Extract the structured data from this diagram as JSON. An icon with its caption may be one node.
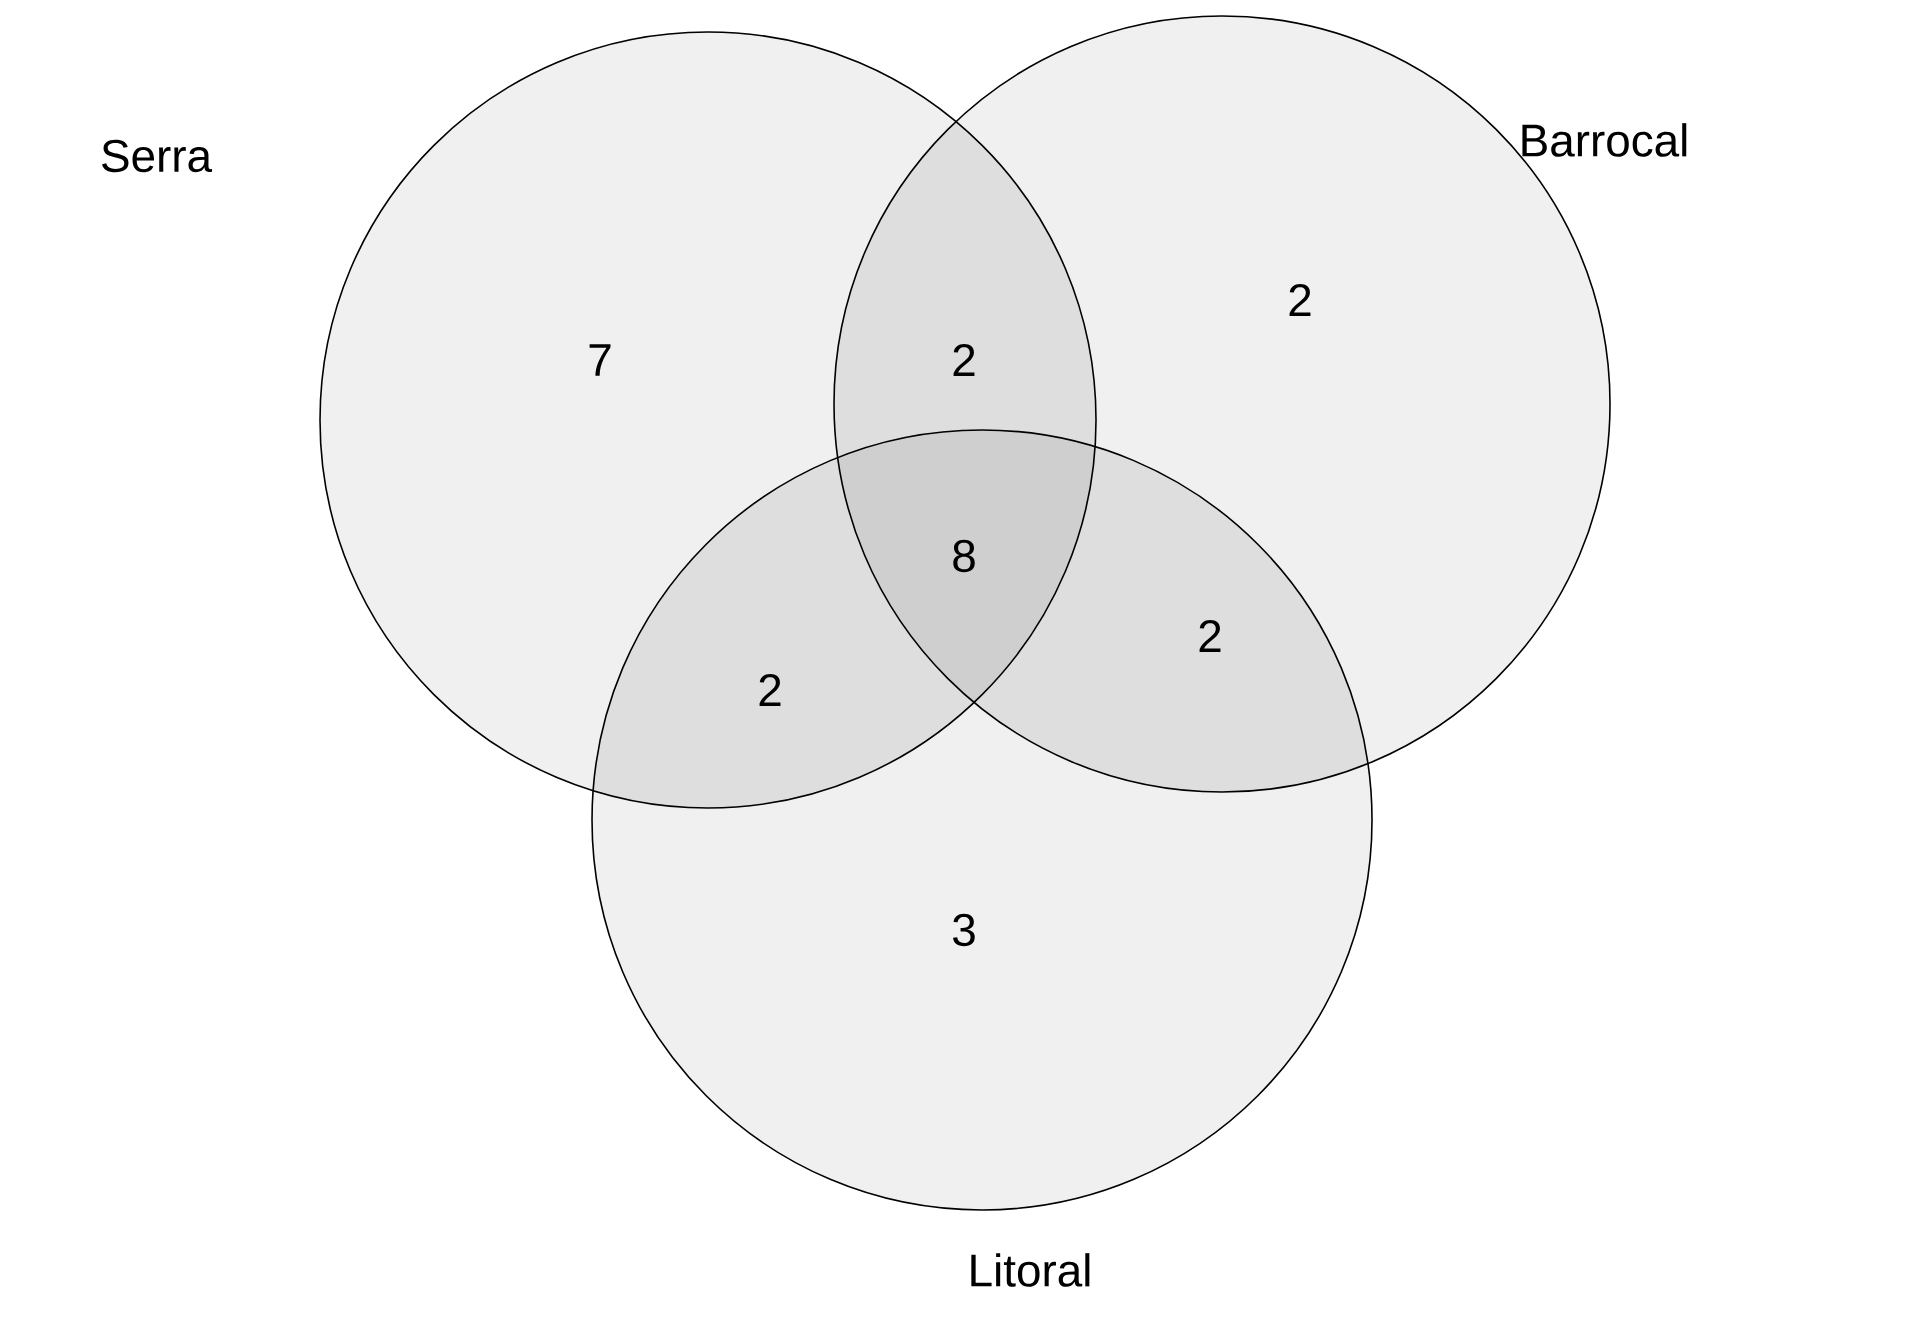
{
  "diagram": {
    "nodes": [
      {
        "text": [
          "Serra"
        ]
      },
      {
        "text": [
          "Barrocal"
        ]
      },
      {
        "text": [
          "Litoral"
        ]
      }
    ],
    "labels": [
      "7",
      "2",
      "2",
      "8",
      "2",
      "2",
      "3"
    ]
  }
}
